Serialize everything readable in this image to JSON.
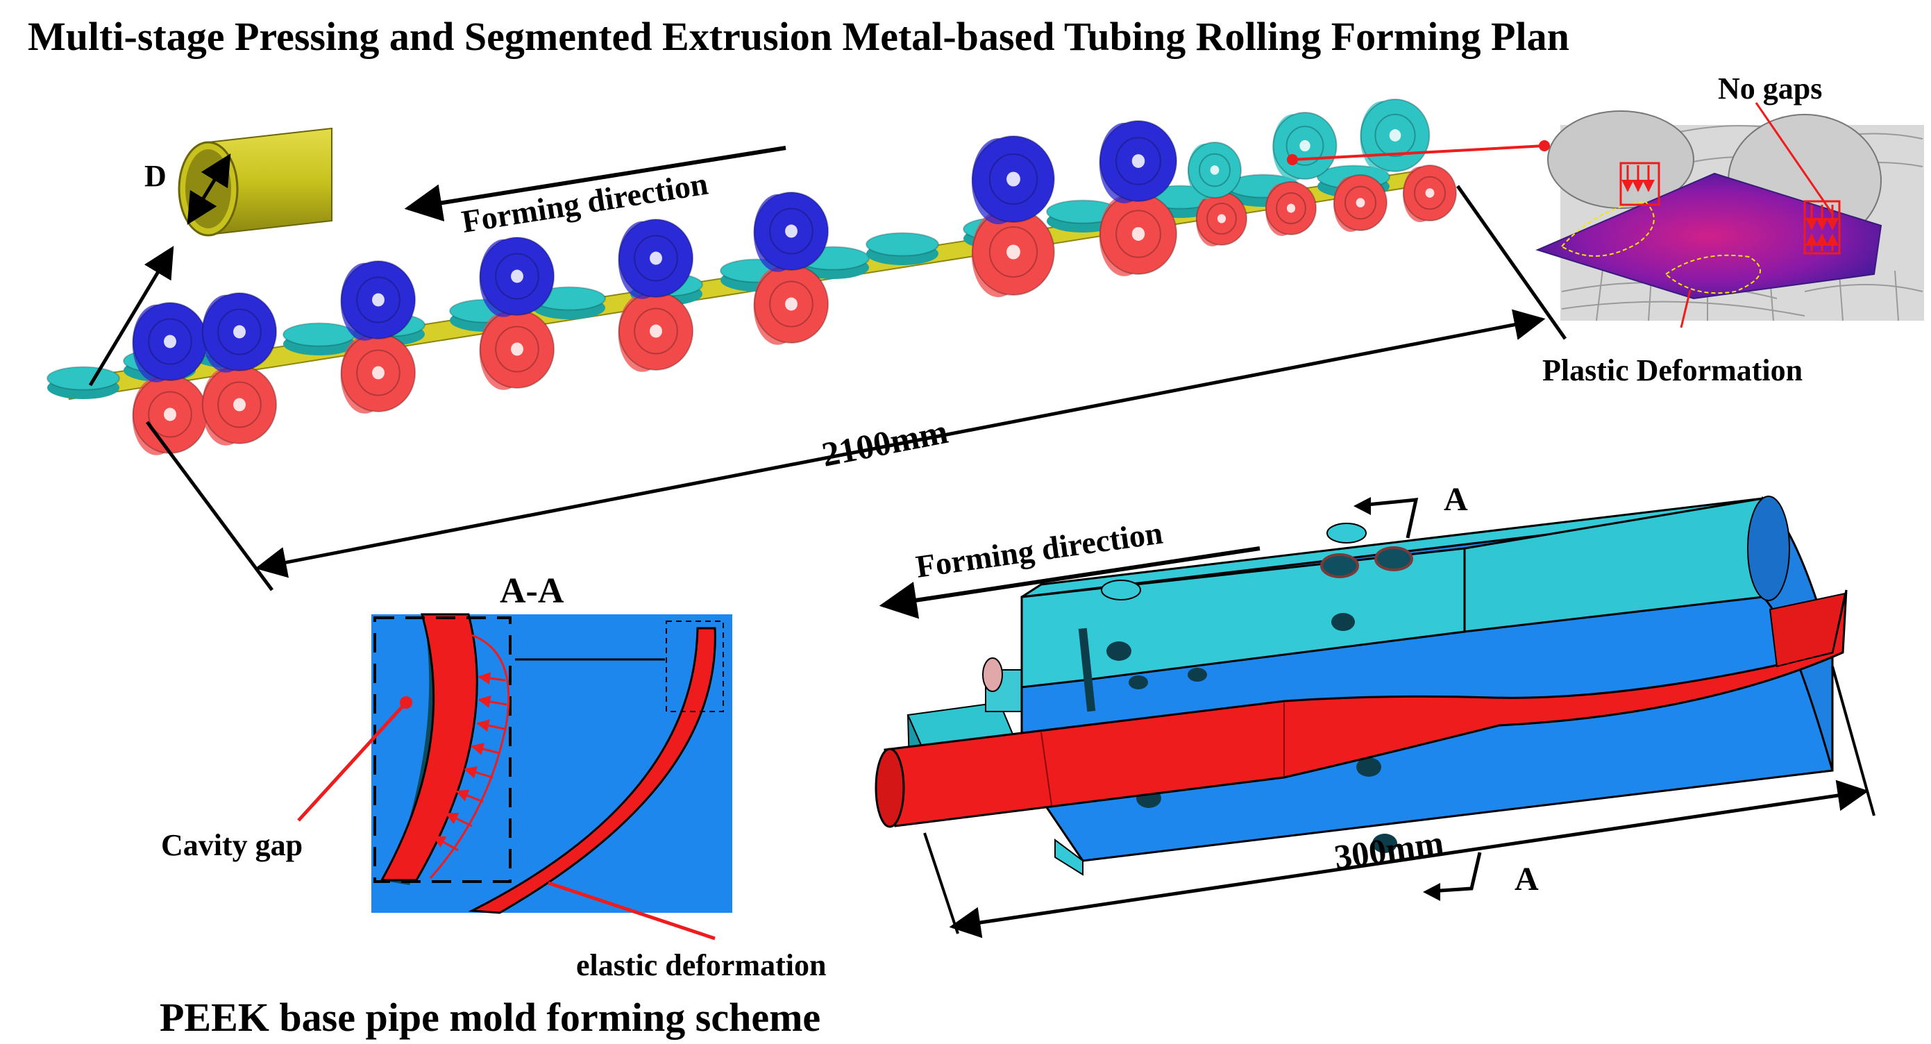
{
  "title": "Multi-stage Pressing and Segmented Extrusion Metal-based Tubing Rolling Forming Plan",
  "rolling_line": {
    "forming_direction": "Forming direction",
    "length_label": "2100mm",
    "diameter_label": "D"
  },
  "inset": {
    "no_gaps": "No gaps",
    "plastic_deformation": "Plastic Deformation"
  },
  "section": {
    "title": "A-A",
    "cavity_gap": "Cavity gap",
    "elastic_deformation": "elastic deformation",
    "caption": "PEEK base pipe mold forming scheme"
  },
  "mold": {
    "forming_direction": "Forming direction",
    "length_label": "300mm",
    "section_mark_top": "A",
    "section_mark_bottom": "A"
  },
  "colors": {
    "upper_roller": "#2a2ad6",
    "lower_roller": "#f24a4a",
    "side_roller": "#2ec4c4",
    "tube": "#c8c21e",
    "mold_body": "#1f86ec",
    "mold_top": "#33c9d6",
    "strip": "#ee1c1c"
  }
}
